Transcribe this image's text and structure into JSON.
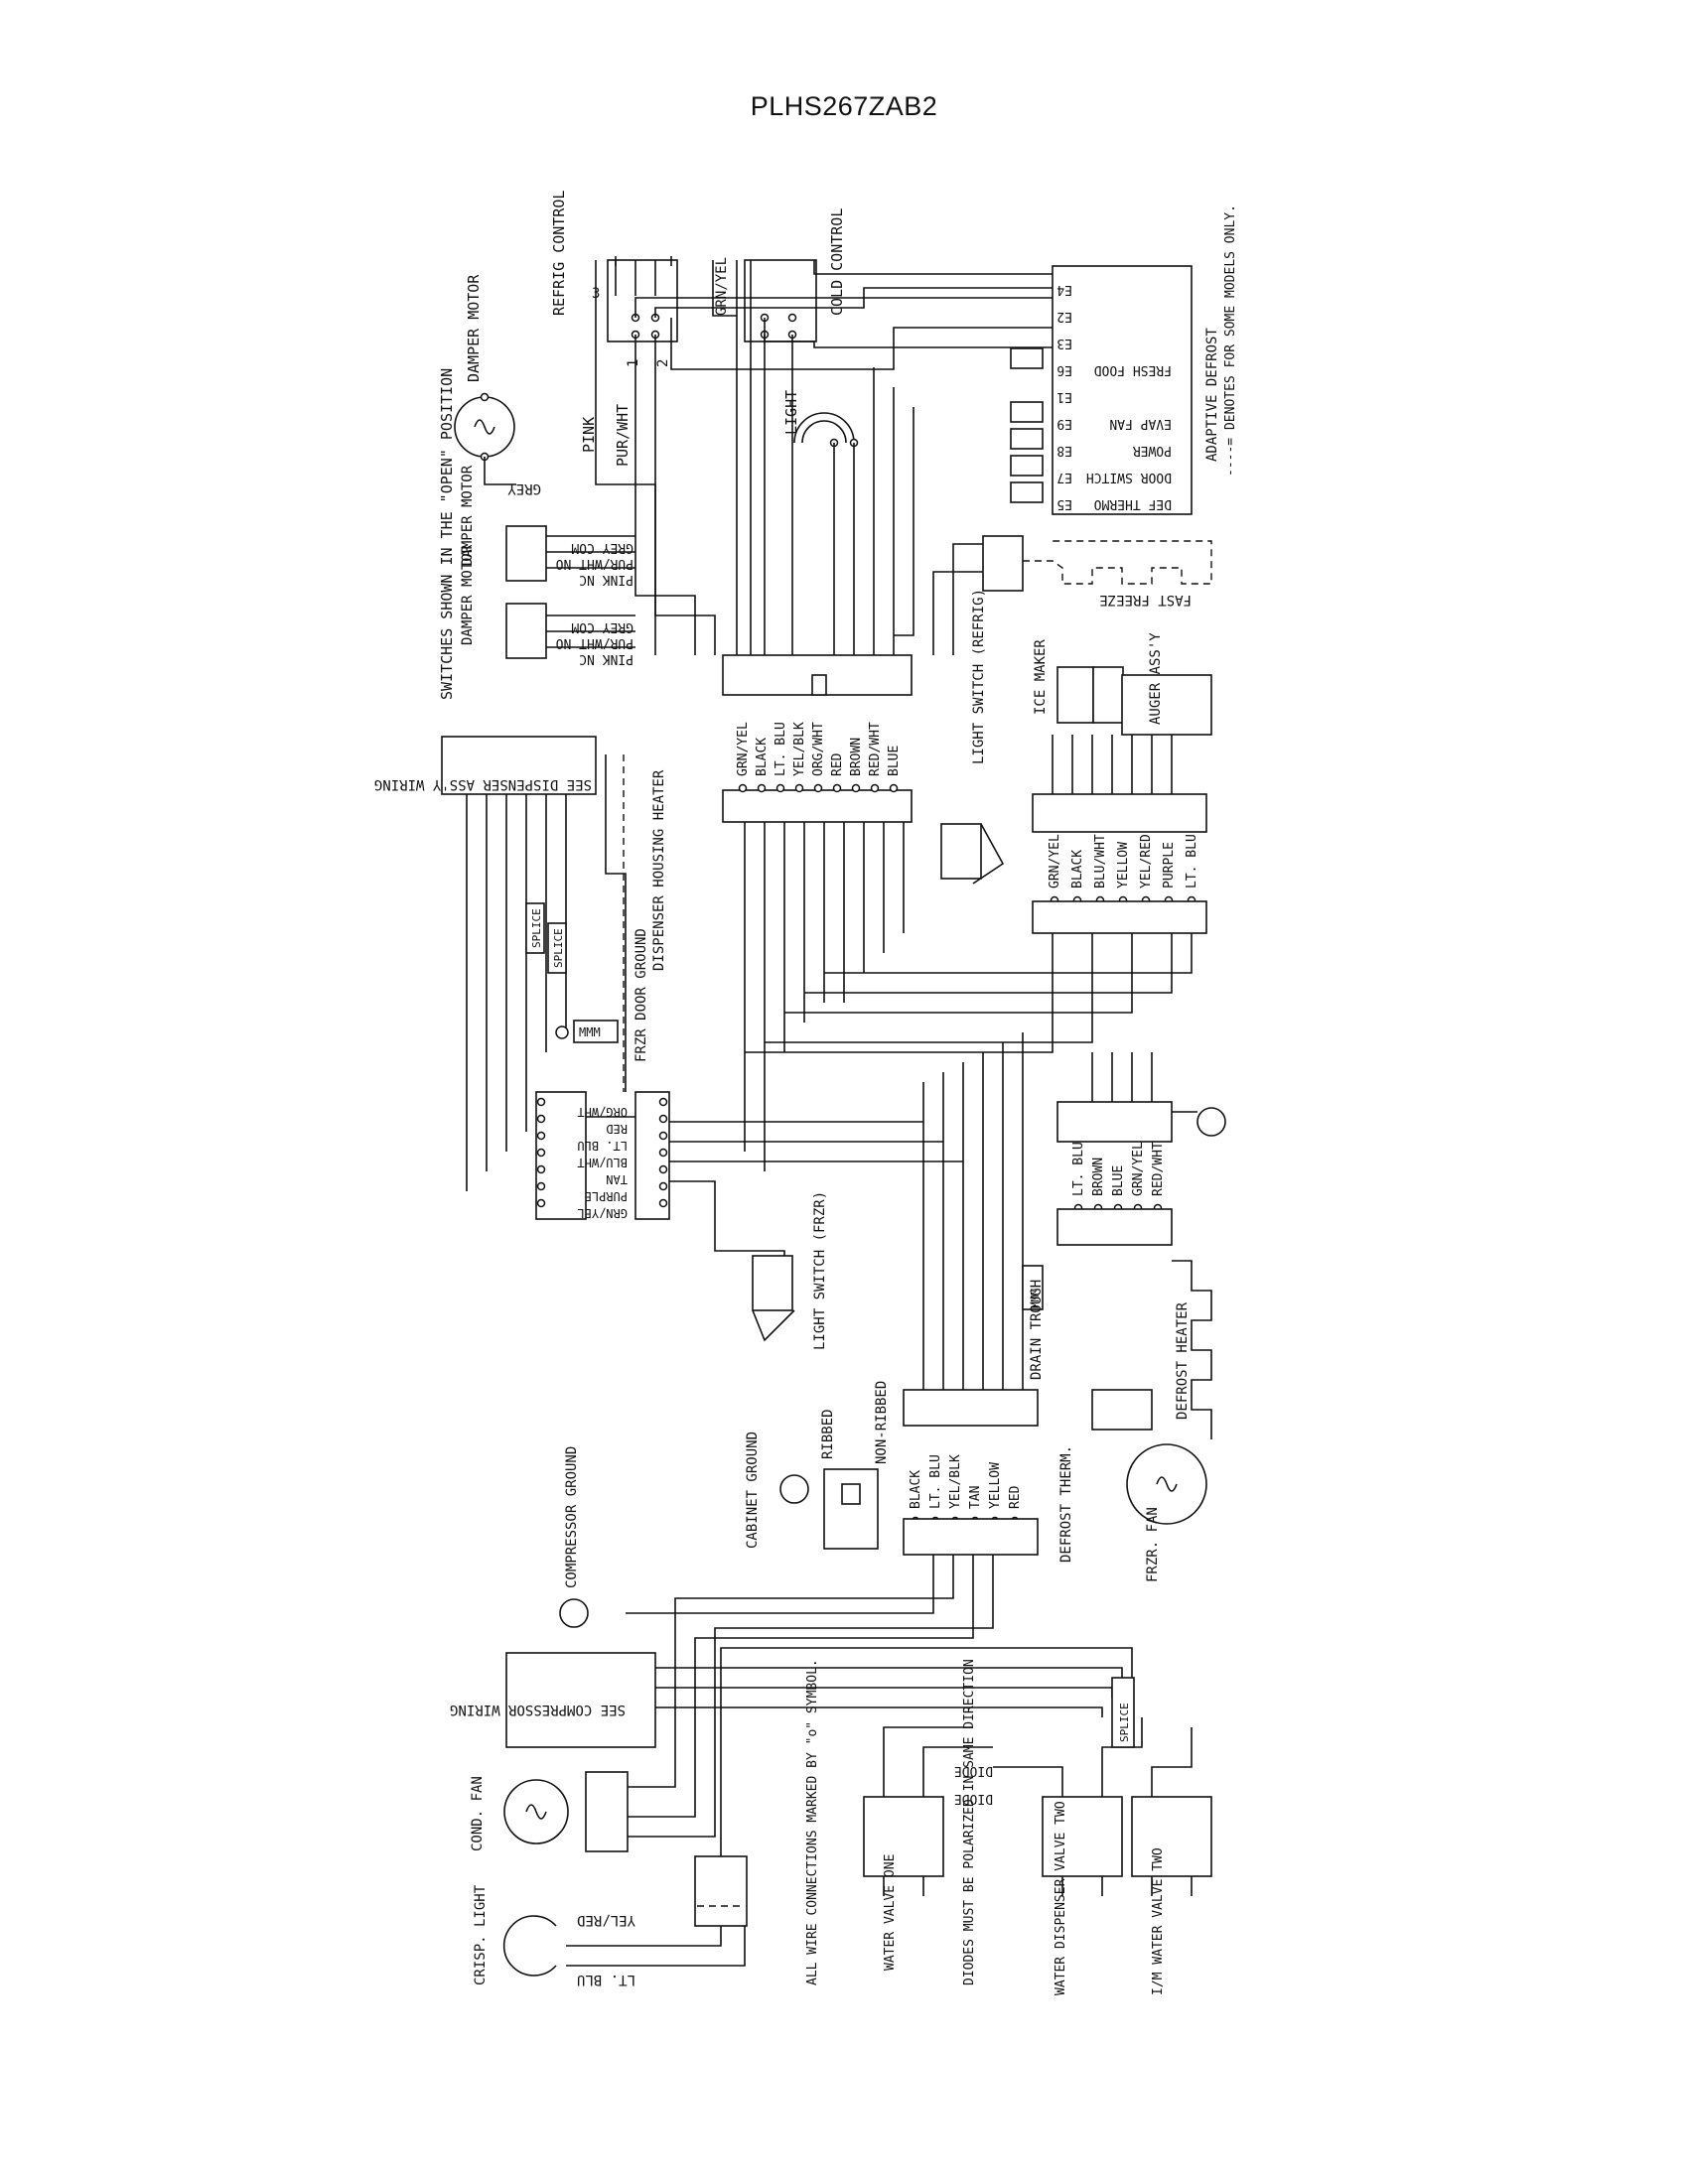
{
  "title": "PLHS267ZAB2",
  "labels": {
    "refrig_control": "REFRIG CONTROL",
    "cold_control": "COLD CONTROL",
    "grn_yel_top": "GRN/YEL",
    "pin3": "3",
    "pin1": "1",
    "pin2": "2",
    "light": "LIGHT",
    "pink": "PINK",
    "pur_wht": "PUR/WHT",
    "damper_motor_top": "DAMPER MOTOR",
    "grey": "GREY",
    "switches_open": "SWITCHES SHOWN IN THE \"OPEN\" POSITION",
    "damper_motor_1": "DAMPER MOTOR",
    "damper_motor_2": "DAMPER MOTOR",
    "grey_com_1": "GREY COM",
    "purwht_no_1": "PUR/WHT NO",
    "pink_nc_1": "PINK NC",
    "grey_com_2": "GREY COM",
    "purwht_no_2": "PUR/WHT NO",
    "pink_nc_2": "PINK NC",
    "adaptive_defrost": "ADAPTIVE DEFROST",
    "denotes": "----= DENOTES FOR SOME MODELS ONLY.",
    "fast_freeze": "FAST FREEZE",
    "ice_maker": "ICE MAKER",
    "auger_assy": "AUGER ASS'Y",
    "see_dispenser": "SEE DISPENSER ASS'Y WIRING",
    "dispenser_heater": "DISPENSER HOUSING HEATER",
    "splice": "SPLICE",
    "frzr_door_ground": "FRZR DOOR GROUND",
    "light_switch_refrig": "LIGHT SWITCH (REFRIG)",
    "light_switch_frzr": "LIGHT SWITCH (FRZR)",
    "drain_trough": "DRAIN TROUGH",
    "defrost_heater": "DEFROST HEATER",
    "defrost_therm": "DEFROST THERM.",
    "frzr_fan": "FRZR. FAN",
    "ribbed": "RIBBED",
    "non_ribbed": "NON-RIBBED",
    "cabinet_ground": "CABINET GROUND",
    "compressor_ground": "COMPRESSOR GROUND",
    "see_compressor": "SEE COMPRESSOR WIRING",
    "cond_fan": "COND. FAN",
    "crisp_light": "CRISP. LIGHT",
    "yel_red": "YEL/RED",
    "lt_blu": "LT. BLU",
    "all_wire": "ALL WIRE CONNECTIONS MARKED BY \"o\" SYMBOL.",
    "diodes_note": "DIODES MUST BE POLARIZED IN SAME DIRECTION",
    "diode": "DIODE",
    "water_valve_one": "WATER VALVE ONE",
    "water_dispenser_valve_two": "WATER DISPENSER VALVE TWO",
    "im_water_valve_two": "I/M WATER VALVE TWO",
    "mmm": "MMM"
  },
  "control_terminals": [
    {
      "code": "E4",
      "name": ""
    },
    {
      "code": "E2",
      "name": ""
    },
    {
      "code": "E3",
      "name": ""
    },
    {
      "code": "E6",
      "name": "FRESH FOOD"
    },
    {
      "code": "E1",
      "name": ""
    },
    {
      "code": "E9",
      "name": "EVAP FAN"
    },
    {
      "code": "E8",
      "name": "POWER"
    },
    {
      "code": "E7",
      "name": "DOOR SWITCH"
    },
    {
      "code": "E5",
      "name": "DEF THERMO"
    }
  ],
  "connectors": {
    "main_upper": [
      "GRN/YEL",
      "BLACK",
      "LT. BLU",
      "YEL/BLK",
      "ORG/WHT",
      "RED",
      "BROWN",
      "RED/WHT",
      "BLUE"
    ],
    "right_upper": [
      "GRN/YEL",
      "BLACK",
      "BLU/WHT",
      "YELLOW",
      "YEL/RED",
      "PURPLE",
      "LT. BLU"
    ],
    "right_middle": [
      "LT. BLU",
      "BROWN",
      "BLUE",
      "GRN/YEL",
      "RED/WHT"
    ],
    "frzr_door": [
      "ORG/WHT",
      "RED",
      "LT. BLU",
      "BLU/WHT",
      "TAN",
      "PURPLE",
      "GRN/YEL"
    ],
    "lower": [
      "BLACK",
      "LT. BLU",
      "YEL/BLK",
      "TAN",
      "YELLOW",
      "RED"
    ]
  }
}
